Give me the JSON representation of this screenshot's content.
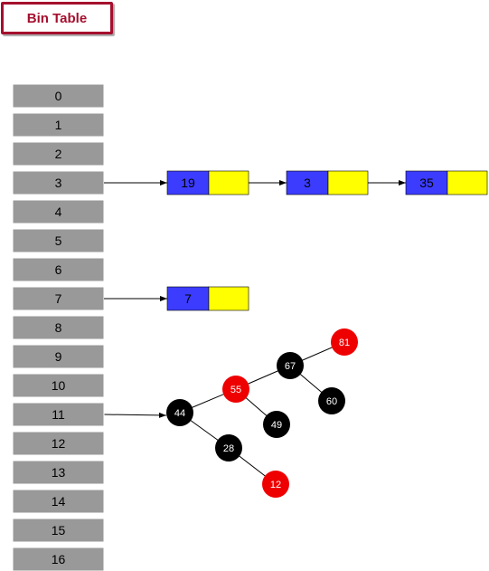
{
  "title": "Bin Table",
  "bins": [
    "0",
    "1",
    "2",
    "3",
    "4",
    "5",
    "6",
    "7",
    "8",
    "9",
    "10",
    "11",
    "12",
    "13",
    "14",
    "15",
    "16"
  ],
  "chains": [
    {
      "bin": "3",
      "nodes": [
        "19",
        "3",
        "35"
      ]
    },
    {
      "bin": "7",
      "nodes": [
        "7"
      ]
    }
  ],
  "tree": {
    "bin": "11",
    "nodes": [
      {
        "key": "44",
        "color": "black"
      },
      {
        "key": "55",
        "color": "red"
      },
      {
        "key": "67",
        "color": "black"
      },
      {
        "key": "81",
        "color": "red"
      },
      {
        "key": "60",
        "color": "black"
      },
      {
        "key": "49",
        "color": "black"
      },
      {
        "key": "28",
        "color": "black"
      },
      {
        "key": "12",
        "color": "red"
      }
    ],
    "edges": [
      [
        "44",
        "55"
      ],
      [
        "55",
        "67"
      ],
      [
        "67",
        "81"
      ],
      [
        "67",
        "60"
      ],
      [
        "55",
        "49"
      ],
      [
        "44",
        "28"
      ],
      [
        "28",
        "12"
      ]
    ]
  },
  "colors": {
    "title": "#a50f2d",
    "bin": "#999999",
    "key_cell": "#3c3cff",
    "value_cell": "#ffff00",
    "red_node": "#ee0000",
    "black_node": "#000000"
  }
}
